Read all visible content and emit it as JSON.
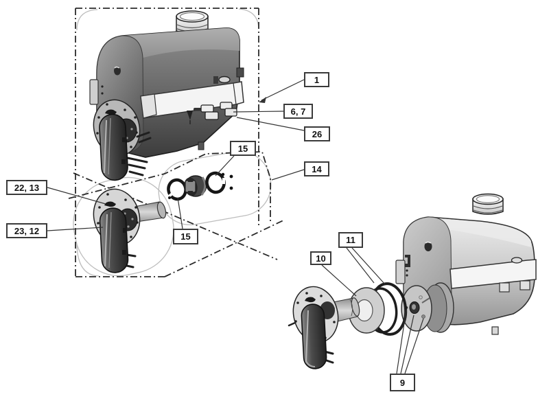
{
  "diagram": {
    "kind": "exploded-parts-diagram",
    "background": "#ffffff"
  },
  "callouts": [
    {
      "label": "1",
      "points_to": "boiler-unit-inside-frame"
    },
    {
      "label": "6, 7",
      "points_to": "pipe-fittings-under-bracket"
    },
    {
      "label": "26",
      "points_to": "lower-fitting"
    },
    {
      "label": "15",
      "points_to": "snap-ring-right"
    },
    {
      "label": "14",
      "points_to": "detail-region-boundary"
    },
    {
      "label": "15",
      "points_to": "snap-ring-left"
    },
    {
      "label": "22, 13",
      "points_to": "flange-hook"
    },
    {
      "label": "23, 12",
      "points_to": "burner-cover"
    },
    {
      "label": "10",
      "points_to": "insulation-disc"
    },
    {
      "label": "11",
      "points_to": "gasket-rings"
    },
    {
      "label": "9",
      "points_to": "chamber-door-fasteners"
    }
  ],
  "colors": {
    "line": "#333333",
    "callout_border": "#3a3a3a",
    "dash_frame": "#2a2a2a",
    "ghost_outline": "#bdbdbd",
    "dark_metal": "#4a4a4a",
    "light_metal": "#c8c8c8",
    "background": "#ffffff"
  }
}
